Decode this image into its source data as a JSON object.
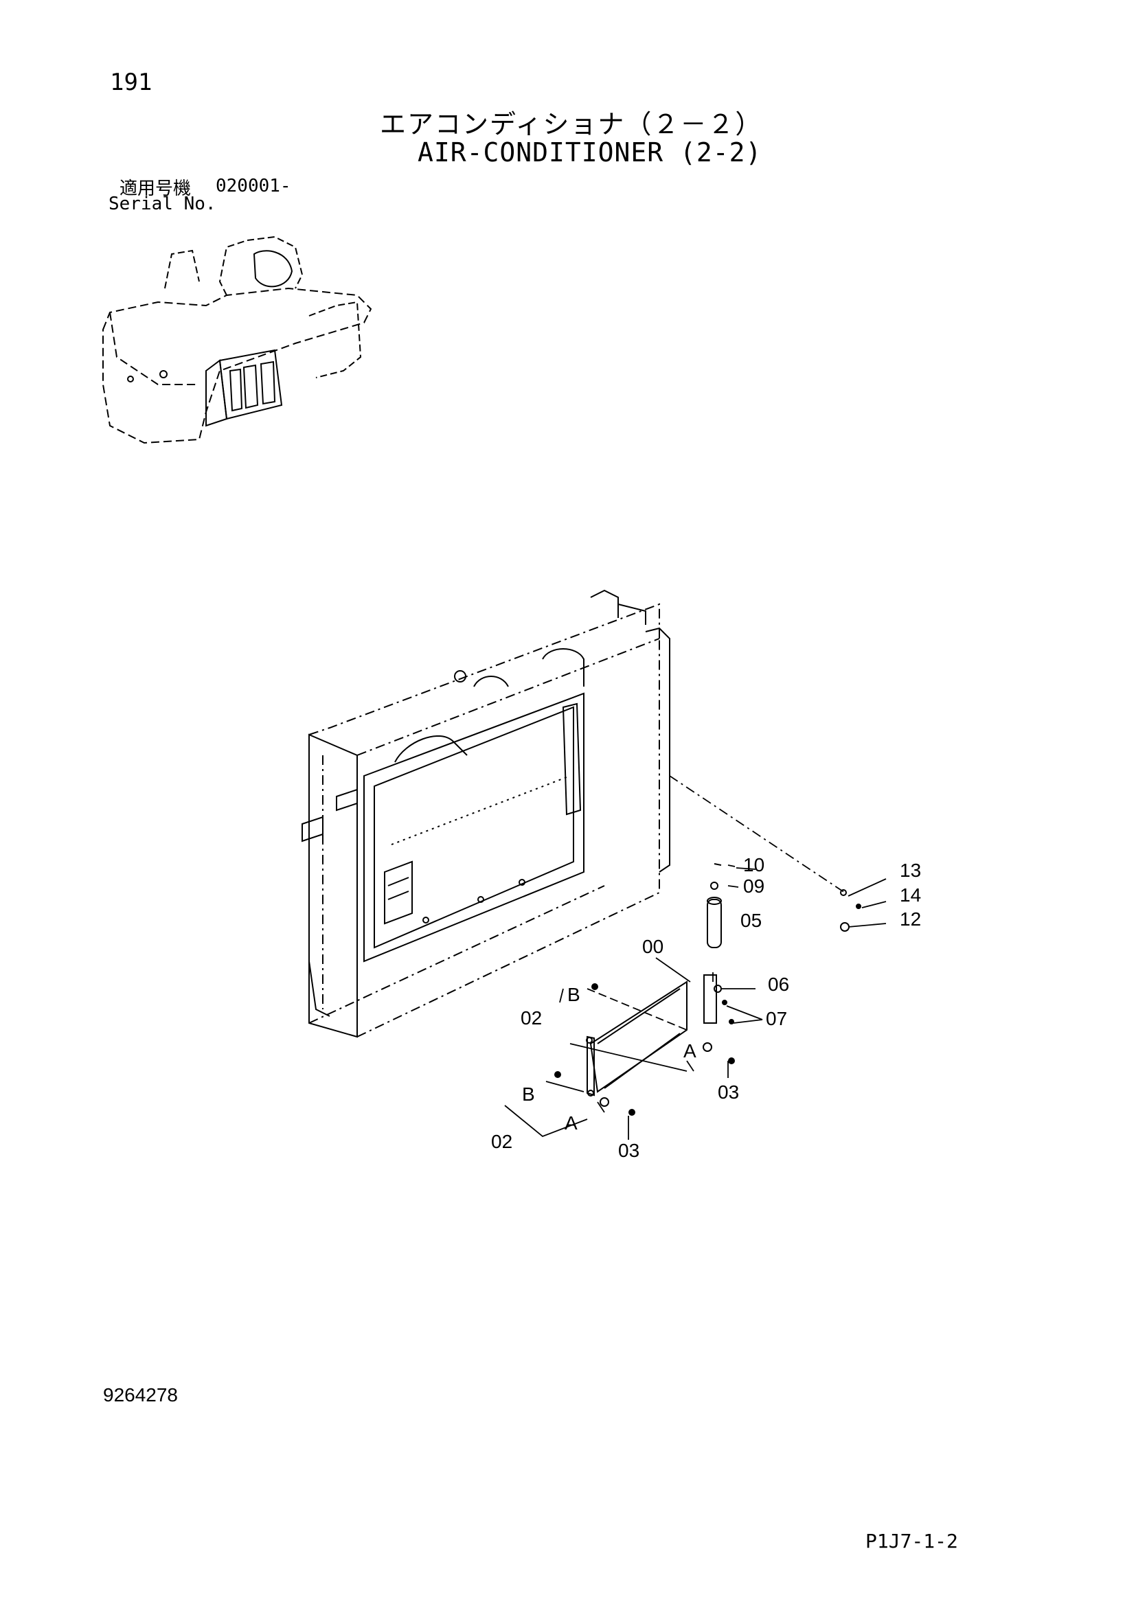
{
  "header": {
    "page_number": "191",
    "title_jp": "エアコンディショナ（２－２）",
    "title_en": "AIR-CONDITIONER (2-2)",
    "serial_label_jp": "適用号機",
    "serial_range": "020001-",
    "serial_label_en": "Serial No."
  },
  "callouts": {
    "c00": "00",
    "c02a": "02",
    "c02b": "02",
    "c03a": "03",
    "c03b": "03",
    "c05": "05",
    "c06": "06",
    "c07": "07",
    "c09": "09",
    "c10": "10",
    "c12": "12",
    "c13": "13",
    "c14": "14",
    "refA1": "A",
    "refA2": "A",
    "refB1": "B",
    "refB2": "B"
  },
  "footer": {
    "document_number": "9264278",
    "page_code": "P1J7-1-2"
  }
}
